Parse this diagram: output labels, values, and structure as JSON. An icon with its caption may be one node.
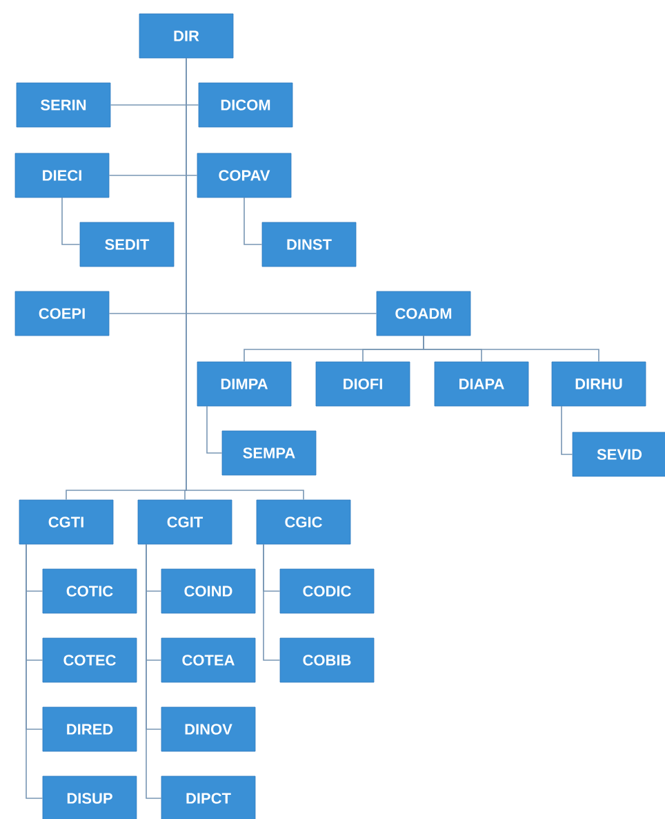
{
  "diagram": {
    "nodes": [
      {
        "text": [
          "DIR"
        ]
      },
      {
        "text": [
          "SERIN"
        ]
      },
      {
        "text": [
          "DICOM"
        ]
      },
      {
        "text": [
          "DIECI"
        ]
      },
      {
        "text": [
          "COPAV"
        ]
      },
      {
        "text": [
          "SEDIT"
        ]
      },
      {
        "text": [
          "DINST"
        ]
      },
      {
        "text": [
          "COEPI"
        ]
      },
      {
        "text": [
          "COADM"
        ]
      },
      {
        "text": [
          "DIMPA"
        ]
      },
      {
        "text": [
          "DIOFI"
        ]
      },
      {
        "text": [
          "DIAPA"
        ]
      },
      {
        "text": [
          "DIRHU"
        ]
      },
      {
        "text": [
          "SEMPA"
        ]
      },
      {
        "text": [
          "SEVID"
        ]
      },
      {
        "text": [
          "CGTI"
        ]
      },
      {
        "text": [
          "CGIT"
        ]
      },
      {
        "text": [
          "CGIC"
        ]
      },
      {
        "text": [
          "COTIC"
        ]
      },
      {
        "text": [
          "COTEC"
        ]
      },
      {
        "text": [
          "DIRED"
        ]
      },
      {
        "text": [
          "DISUP"
        ]
      },
      {
        "text": [
          "COIND"
        ]
      },
      {
        "text": [
          "COTEA"
        ]
      },
      {
        "text": [
          "DINOV"
        ]
      },
      {
        "text": [
          "DIPCT"
        ]
      },
      {
        "text": [
          "CODIC"
        ]
      },
      {
        "text": [
          "COBIB"
        ]
      }
    ],
    "edges": [
      {
        "from": 0,
        "to": 1,
        "arrow": "none"
      },
      {
        "from": 0,
        "to": 2,
        "arrow": "none"
      },
      {
        "from": 0,
        "to": 3,
        "arrow": "none"
      },
      {
        "from": 0,
        "to": 4,
        "arrow": "none"
      },
      {
        "from": 3,
        "to": 5,
        "arrow": "none"
      },
      {
        "from": 4,
        "to": 6,
        "arrow": "none"
      },
      {
        "from": 0,
        "to": 7,
        "arrow": "none"
      },
      {
        "from": 0,
        "to": 8,
        "arrow": "none"
      },
      {
        "from": 8,
        "to": 9,
        "arrow": "none"
      },
      {
        "from": 8,
        "to": 10,
        "arrow": "none"
      },
      {
        "from": 8,
        "to": 11,
        "arrow": "none"
      },
      {
        "from": 8,
        "to": 12,
        "arrow": "none"
      },
      {
        "from": 9,
        "to": 13,
        "arrow": "none"
      },
      {
        "from": 12,
        "to": 14,
        "arrow": "none"
      },
      {
        "from": 0,
        "to": 15,
        "arrow": "none"
      },
      {
        "from": 0,
        "to": 16,
        "arrow": "none"
      },
      {
        "from": 0,
        "to": 17,
        "arrow": "none"
      },
      {
        "from": 15,
        "to": 18,
        "arrow": "none"
      },
      {
        "from": 15,
        "to": 19,
        "arrow": "none"
      },
      {
        "from": 15,
        "to": 20,
        "arrow": "none"
      },
      {
        "from": 15,
        "to": 21,
        "arrow": "none"
      },
      {
        "from": 16,
        "to": 22,
        "arrow": "none"
      },
      {
        "from": 16,
        "to": 23,
        "arrow": "none"
      },
      {
        "from": 16,
        "to": 24,
        "arrow": "none"
      },
      {
        "from": 16,
        "to": 25,
        "arrow": "none"
      },
      {
        "from": 17,
        "to": 26,
        "arrow": "none"
      },
      {
        "from": 17,
        "to": 27,
        "arrow": "none"
      }
    ]
  }
}
